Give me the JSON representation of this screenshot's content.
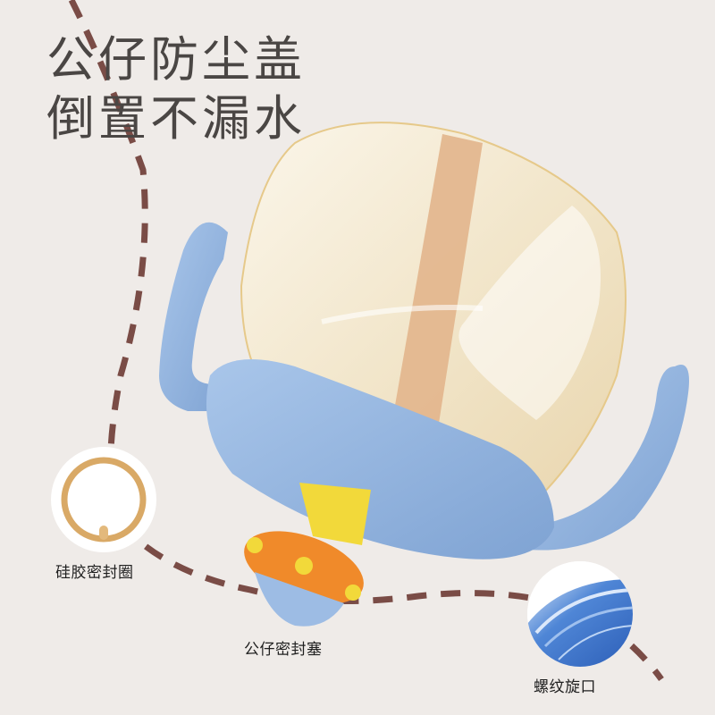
{
  "headline": {
    "line1": "公仔防尘盖",
    "line2": "倒置不漏水"
  },
  "callouts": [
    {
      "id": "seal-ring",
      "label": "硅胶密封圈"
    },
    {
      "id": "doll-stopper",
      "label": "公仔密封塞"
    },
    {
      "id": "thread-cap",
      "label": "螺纹旋口"
    }
  ],
  "colors": {
    "background": "#efebe8",
    "headline_text": "#4a4644",
    "dash_line": "#7a4c46",
    "handle_blue": "#8fb2dc",
    "cup_amber": "#f3e7cf",
    "straw": "#e2b58c",
    "stopper_yellow": "#f2d93a",
    "stopper_orange": "#f08a2a",
    "ring_gold": "#d9a966"
  }
}
